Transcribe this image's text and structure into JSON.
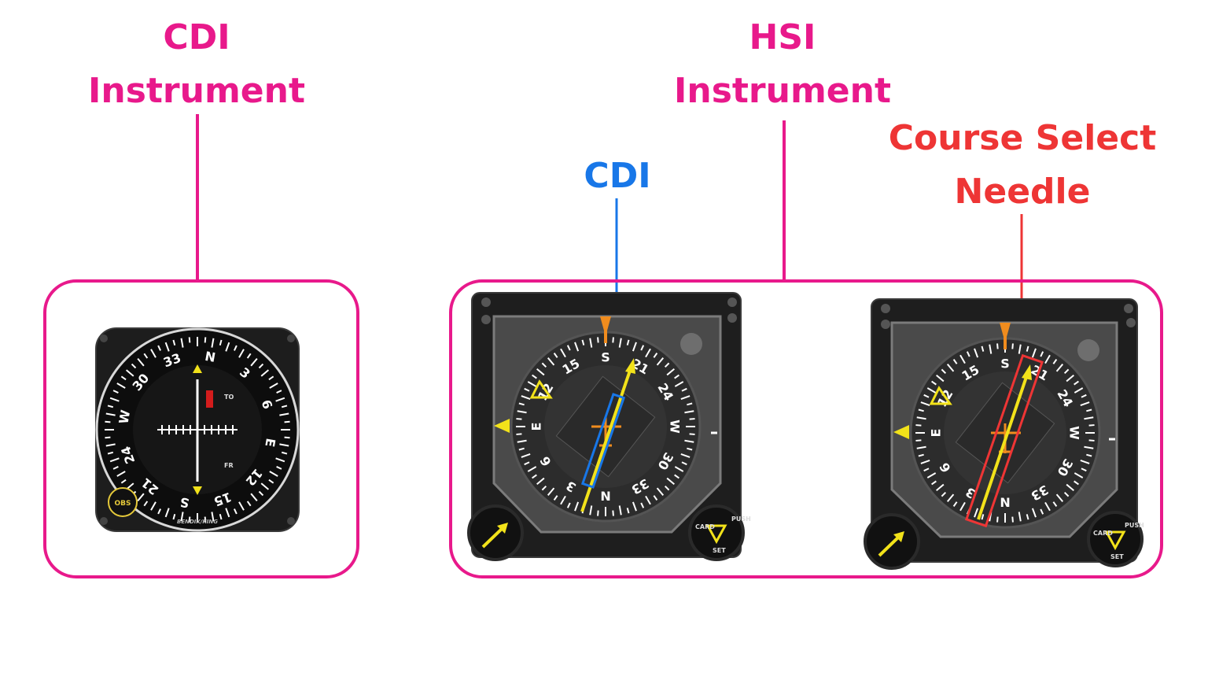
{
  "labels": {
    "cdi_instrument": {
      "line1": "CDI",
      "line2": "Instrument"
    },
    "hsi_instrument": {
      "line1": "HSI",
      "line2": "Instrument"
    },
    "cdi_callout": "CDI",
    "course_select": {
      "line1": "Course Select",
      "line2": "Needle"
    }
  },
  "cdi_gauge": {
    "compass_labels": [
      "N",
      "3",
      "6",
      "E",
      "12",
      "15",
      "S",
      "21",
      "24",
      "W",
      "30",
      "33"
    ],
    "to_flag": "TO",
    "from_flag": "FR",
    "obs_knob": "OBS",
    "brand": "BENDIX/KING"
  },
  "hsi_gauge": {
    "compass_labels": [
      "S",
      "21",
      "24",
      "W",
      "30",
      "33",
      "N",
      "3",
      "6",
      "E",
      "12",
      "15"
    ],
    "knob_left": "arrow",
    "knob_right": {
      "line1": "PUSH",
      "line2": "CARD",
      "line3": "SET"
    }
  },
  "colors": {
    "magenta": "#e8198b",
    "blue": "#1877e8",
    "red": "#ee3535",
    "needle_yellow": "#f2e21a",
    "orange": "#f08c1e"
  }
}
